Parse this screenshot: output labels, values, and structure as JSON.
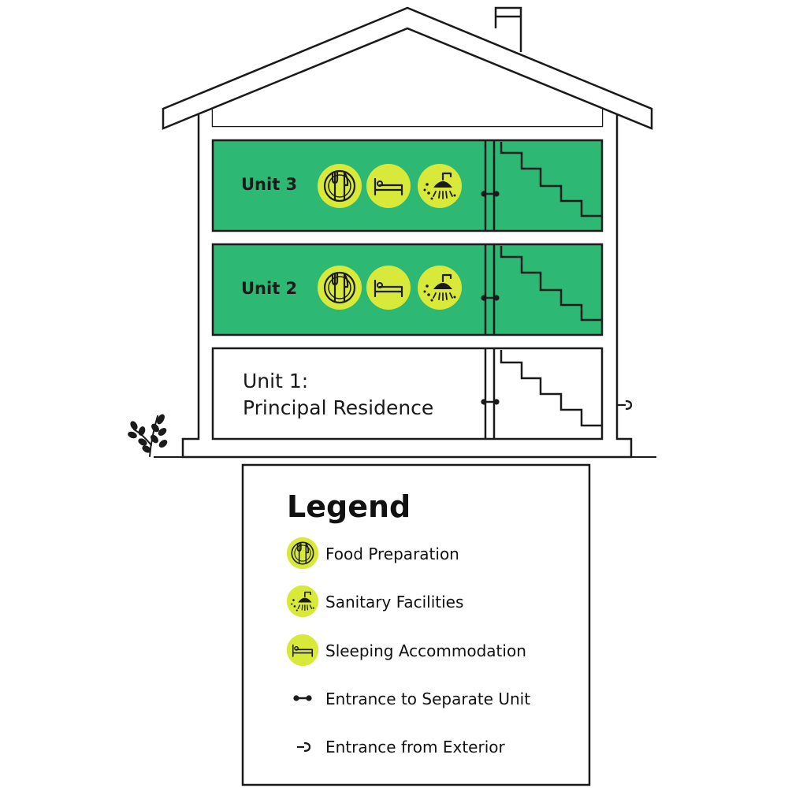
{
  "units": [
    {
      "label": "Unit 3",
      "style": "green"
    },
    {
      "label": "Unit 2",
      "style": "green"
    },
    {
      "label_line1": "Unit 1:",
      "label_line2": "Principal Residence",
      "style": "white"
    }
  ],
  "legend": {
    "title": "Legend",
    "items": [
      {
        "icon": "food-preparation-icon",
        "label": "Food Preparation"
      },
      {
        "icon": "sanitary-facilities-icon",
        "label": "Sanitary Facilities"
      },
      {
        "icon": "sleeping-accommodation-icon",
        "label": "Sleeping Accommodation"
      },
      {
        "icon": "separate-unit-entrance-icon",
        "label": "Entrance to Separate Unit"
      },
      {
        "icon": "exterior-entrance-icon",
        "label": "Entrance from Exterior"
      }
    ]
  },
  "colors": {
    "unit_green": "#2db873",
    "icon_lime": "#d9e93a",
    "outline": "#1a1a1a"
  }
}
